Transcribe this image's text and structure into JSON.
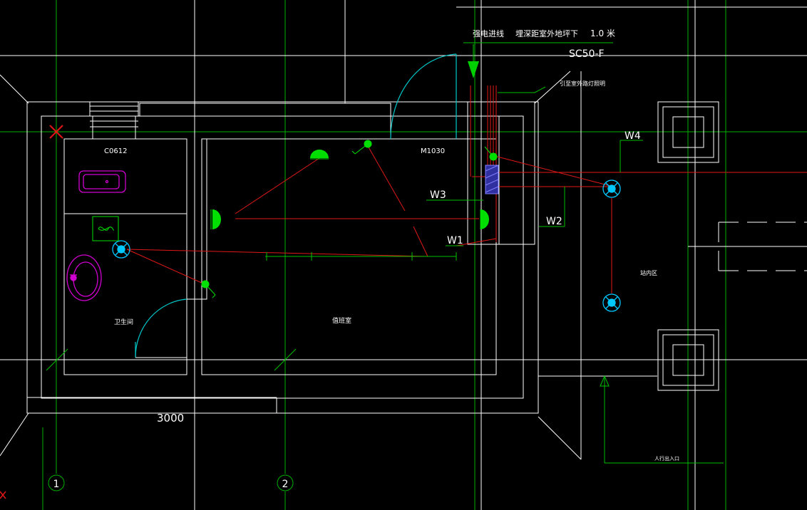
{
  "colors": {
    "background": "#000000",
    "wall": "#ffffff",
    "axis": "#00c000",
    "wire": "#e01818",
    "door": "#00c8c8",
    "fixture": "#d000d0",
    "device": "#00e000",
    "lamp": "#00c8ff"
  },
  "labels": {
    "power_in": "强电进线",
    "buried": "埋深距室外地坪下",
    "depth": "1.0 米",
    "conduit": "SC50-F",
    "outdoor_lighting": "引至室外路灯照明",
    "window": "C0612",
    "door": "M1030",
    "w4": "W4",
    "w3": "W3",
    "w2": "W2",
    "w1": "W1",
    "toilet": "卫生间",
    "duty_room": "值班室",
    "parking": "站内区",
    "dimension": "3000",
    "entrance": "人行出入口",
    "axis1": "1",
    "axis2": "2"
  },
  "icons": [
    "toilet-icon",
    "washbasin-icon",
    "ceiling-lamp-icon",
    "wall-lamp-icon",
    "switch-icon",
    "exhaust-fan-icon",
    "distribution-box-icon",
    "cross-mark-icon"
  ]
}
